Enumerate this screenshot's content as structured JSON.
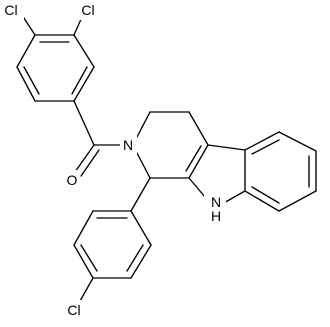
{
  "atoms": {
    "cl_top_left": "Cl",
    "cl_top_right": "Cl",
    "carbonyl_oxygen": "O",
    "ring_nitrogen": "N",
    "indole_nitrogen": "N",
    "indole_hydrogen": "H",
    "cl_bottom": "Cl"
  }
}
